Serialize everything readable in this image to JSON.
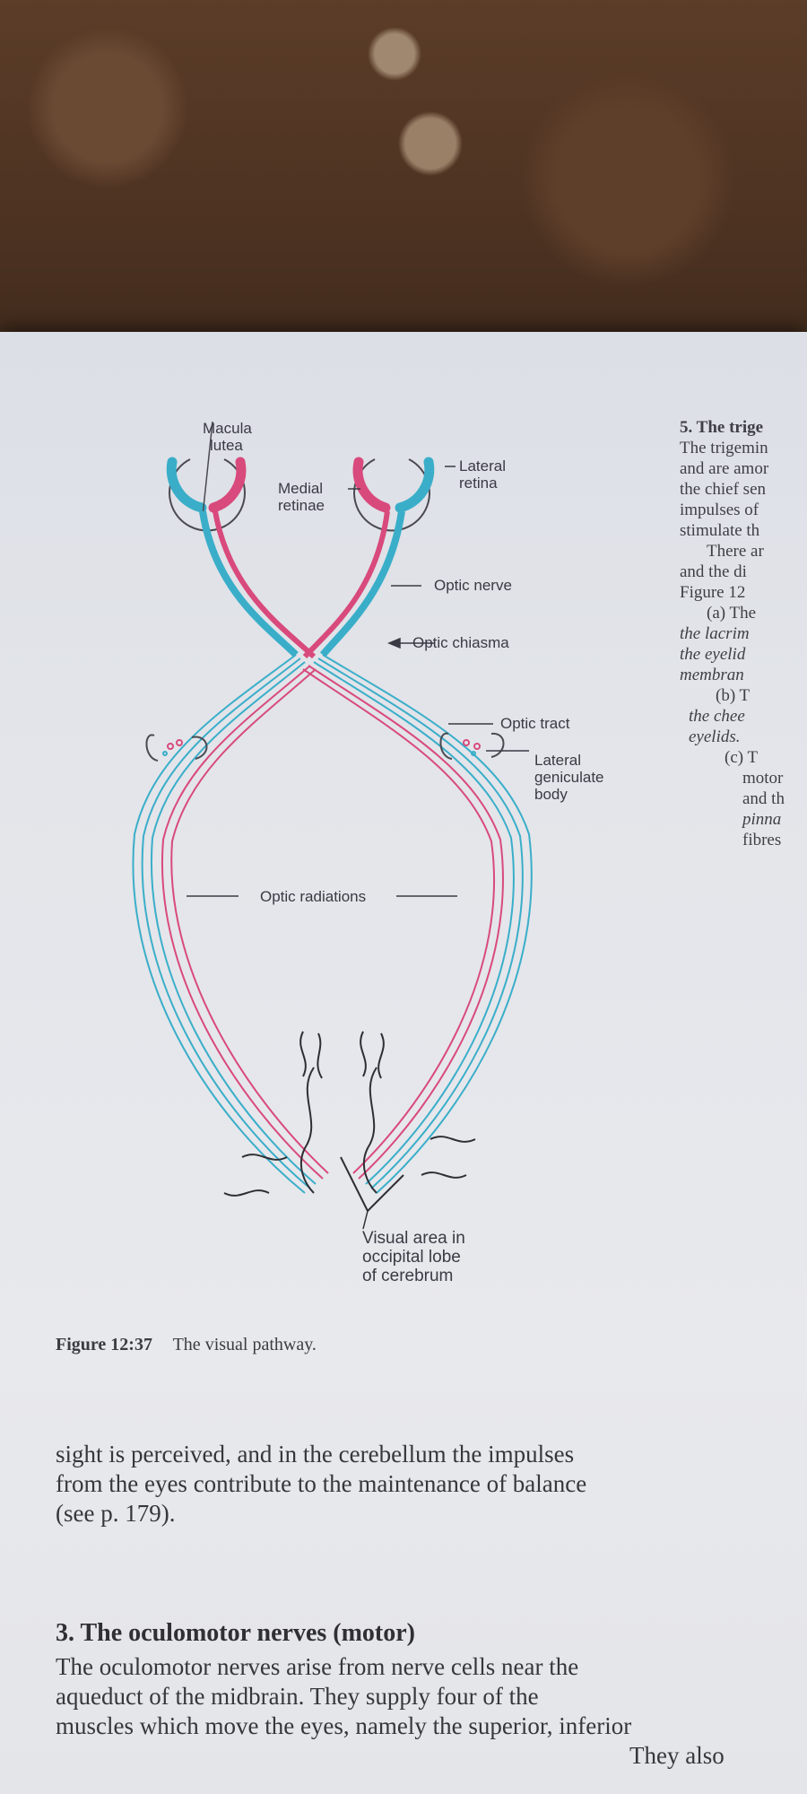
{
  "figure": {
    "labels": {
      "macula_lutea": [
        "Macula",
        "lutea"
      ],
      "medial_retinae": [
        "Medial",
        "retinae"
      ],
      "lateral_retina": [
        "Lateral",
        "retina"
      ],
      "optic_nerve": "Optic nerve",
      "optic_chiasma": "Optic chiasma",
      "optic_tract": "Optic tract",
      "lateral_geniculate_body": [
        "Lateral",
        "geniculate",
        "body"
      ],
      "optic_radiations": "Optic radiations",
      "visual_area": [
        "Visual area in",
        "occipital lobe",
        "of cerebrum"
      ]
    },
    "caption_number": "Figure 12:37",
    "caption_text": "The visual pathway.",
    "colors": {
      "blue_fibres": "#3aaec9",
      "red_fibres": "#d94a7c"
    }
  },
  "side_column": {
    "lines": [
      "5. The trige",
      "The trigemin",
      "and are amor",
      "the chief sen",
      "impulses of",
      "stimulate th",
      "There ar",
      "and the di",
      "Figure 12",
      "(a) The",
      "the lacrim",
      "the eyelid",
      "membran",
      "(b) T",
      "the chee",
      "eyelids.",
      "(c) T",
      "motor",
      "and th",
      "pinna",
      "fibres"
    ]
  },
  "body": {
    "paragraph1": [
      "sight is perceived, and in the cerebellum the impulses",
      "from the eyes contribute to the maintenance of balance",
      "(see p. 179)."
    ],
    "heading": "3. The oculomotor nerves (motor)",
    "paragraph2": [
      "The oculomotor nerves arise from nerve cells near the",
      "aqueduct of the midbrain. They supply four of the",
      "muscles which move the eyes, namely the superior, inferior",
      "They also"
    ]
  }
}
